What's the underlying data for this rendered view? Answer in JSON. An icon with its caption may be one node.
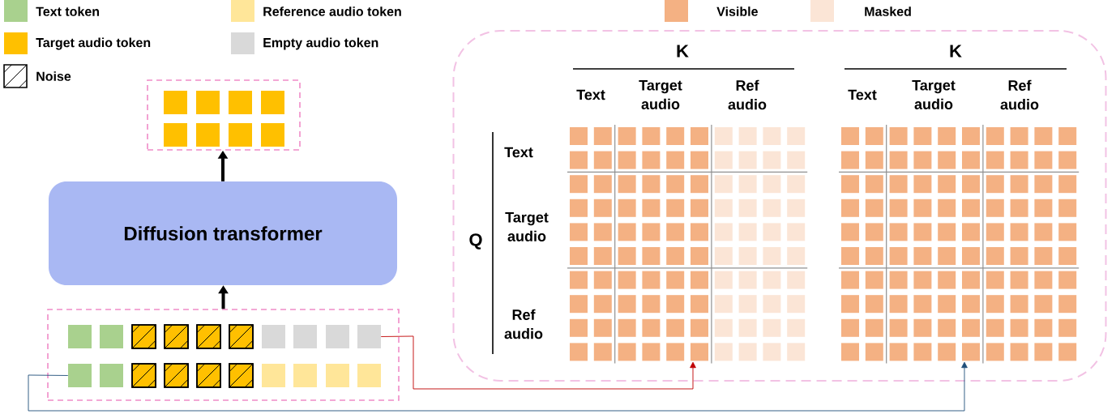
{
  "diagram": {
    "nodes": [
      {
        "text": [],
        "shape": "box"
      },
      {
        "text": [],
        "shape": "box",
        "in": 0
      },
      {
        "text": [],
        "shape": "box",
        "in": 0
      },
      {
        "text": [],
        "shape": "box",
        "in": 0
      },
      {
        "text": [],
        "shape": "box",
        "in": 0
      },
      {
        "text": [],
        "shape": "box",
        "in": 0
      },
      {
        "text": [],
        "shape": "box",
        "in": 0
      },
      {
        "text": [],
        "shape": "box",
        "in": 0
      },
      {
        "text": [],
        "shape": "box",
        "in": 0
      },
      {
        "text": [
          "Diffusion transformer"
        ]
      },
      {
        "text": [],
        "shape": "box"
      },
      {
        "text": [],
        "shape": "box",
        "in": 10
      },
      {
        "text": [],
        "shape": "box",
        "in": 10
      },
      {
        "text": [],
        "shape": "box",
        "in": 10
      },
      {
        "text": [],
        "shape": "box",
        "in": 10
      },
      {
        "text": [],
        "shape": "box",
        "in": 10
      },
      {
        "text": [],
        "shape": "box",
        "in": 10
      },
      {
        "text": [],
        "shape": "box",
        "in": 10
      },
      {
        "text": [],
        "shape": "box",
        "in": 10
      },
      {
        "text": [],
        "shape": "box",
        "in": 10
      },
      {
        "text": [],
        "shape": "box",
        "in": 10
      },
      {
        "text": [],
        "shape": "box",
        "in": 10
      },
      {
        "text": [],
        "shape": "box",
        "in": 10
      },
      {
        "text": [],
        "shape": "box",
        "in": 10
      },
      {
        "text": [],
        "shape": "box",
        "in": 10
      },
      {
        "text": [],
        "shape": "box",
        "in": 10
      },
      {
        "text": [],
        "shape": "box",
        "in": 10
      },
      {
        "text": [],
        "shape": "box",
        "in": 10
      },
      {
        "text": [],
        "shape": "box",
        "in": 10
      },
      {
        "text": [],
        "shape": "box",
        "in": 10
      },
      {
        "text": [],
        "shape": "box",
        "in": 10
      },
      {
        "text": [],
        "shape": "box"
      },
      {
        "text": [],
        "shape": "box",
        "in": 31
      },
      {
        "text": [],
        "shape": "box",
        "in": 31
      }
    ],
    "edges": [
      {
        "from": 10,
        "to": 9,
        "arrow": "to",
        "style": "thick"
      },
      {
        "from": 9,
        "to": 0,
        "arrow": "to",
        "style": "thick"
      },
      {
        "from": 20,
        "to": 32,
        "arrow": "to",
        "color": "#c00000"
      },
      {
        "from": 21,
        "to": 33,
        "arrow": "to",
        "color": "#1f4e79"
      }
    ],
    "labels": [
      "K",
      "Text",
      "Target audio",
      "Ref audio",
      "K",
      "Text",
      "Target audio",
      "Ref audio",
      "Q",
      "Text",
      "Target audio",
      "Ref audio"
    ],
    "legend": [
      {
        "text": "Text token",
        "color": "#a9d18e"
      },
      {
        "text": "Reference audio token",
        "color": "#ffe699"
      },
      {
        "text": "Visible",
        "color": "#f4b183"
      },
      {
        "text": "Masked",
        "color": "#fbe5d6"
      },
      {
        "text": "Target audio token",
        "color": "#ffc000"
      },
      {
        "text": "Empty audio token",
        "color": "#d9d9d9"
      },
      {
        "text": "Noise"
      }
    ]
  }
}
